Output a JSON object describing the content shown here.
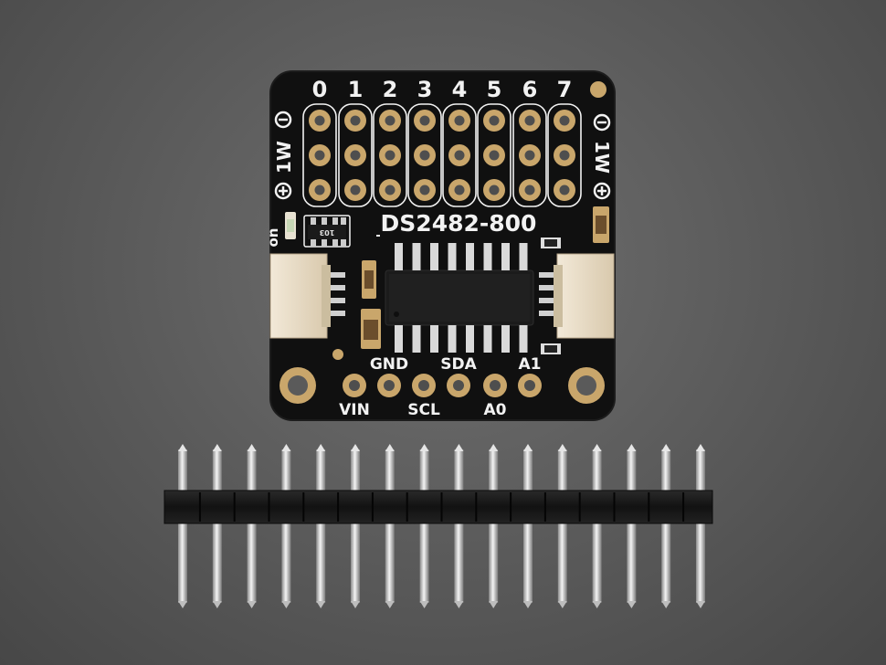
{
  "board": {
    "title": "DS2482-800",
    "channel_labels": [
      "0",
      "1",
      "2",
      "3",
      "4",
      "5",
      "6",
      "7"
    ],
    "side_label_left": "1W",
    "side_label_right": "1W",
    "power_led_label": "on",
    "resistor_array_marking": "103",
    "pin_labels_top": [
      "GND",
      "SDA",
      "A1"
    ],
    "pin_labels_bottom": [
      "VIN",
      "SCL",
      "A0"
    ],
    "colors": {
      "pcb": "#111111",
      "pad_gold": "#c9a66b",
      "silkscreen": "#f2f2f2",
      "connector": "#e8dcc6"
    }
  },
  "header_strip": {
    "pin_count": 16,
    "colors": {
      "plastic": "#1a1a1a",
      "pin": "#d8d8d8"
    }
  }
}
